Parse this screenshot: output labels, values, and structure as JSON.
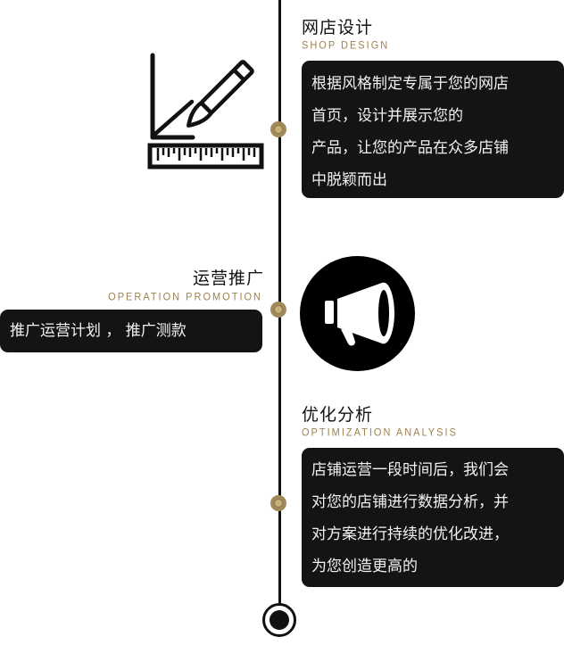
{
  "sections": [
    {
      "title": "网店设计",
      "subtitle": "SHOP DESIGN",
      "lines": [
        "根据风格制定专属于您的网店",
        "首页，设计并展示您的",
        "产品，让您的产品在众多店铺",
        "中脱颖而出"
      ],
      "icon": "design-tools-icon"
    },
    {
      "title": "运营推广",
      "subtitle": "OPERATION PROMOTION",
      "lines": [
        "推广运营计划 ， 推广测款"
      ],
      "icon": "megaphone-icon"
    },
    {
      "title": "优化分析",
      "subtitle": "OPTIMIZATION ANALYSIS",
      "lines": [
        "店铺运营一段时间后，我们会",
        "对您的店铺进行数据分析，并",
        "对方案进行持续的优化改进，",
        "为您创造更高的"
      ]
    }
  ],
  "colors": {
    "accent": "#a08250",
    "card_bg": "#141414",
    "line": "#111111"
  }
}
